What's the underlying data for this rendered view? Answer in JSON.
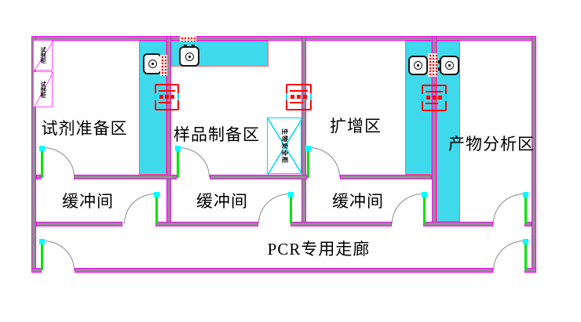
{
  "rooms": {
    "reagent_prep": {
      "label": "试剂准备区"
    },
    "sample_prep": {
      "label": "样品制备区"
    },
    "amplification": {
      "label": "扩增区"
    },
    "product_analysis": {
      "label": "产物分析区"
    },
    "buffer_1": {
      "label": "缓冲间"
    },
    "buffer_2": {
      "label": "缓冲间"
    },
    "buffer_3": {
      "label": "缓冲间"
    },
    "corridor": {
      "label": "PCR专用走廊"
    }
  },
  "fixtures": {
    "reagent_cabinet_1": {
      "label": "试剂柜"
    },
    "reagent_cabinet_2": {
      "label": "试剂柜"
    },
    "biosafety_cabinet": {
      "label": "生物安全柜"
    }
  },
  "icons": {
    "instrument": "rounded-square-with-knob",
    "pass_box": "red-square-with-three-dots",
    "vent": "red-dot-grid",
    "door": "green-leaf-with-quarter-arc"
  },
  "colors": {
    "wall_line": "#ff00ff",
    "wall_fill": "#8f8f8f",
    "bench_fill": "#3fd9ec",
    "bench_edge": "#e87070",
    "door_leaf": "#00e400",
    "door_hinge": "#00ffff",
    "door_arc": "#8a8a8a",
    "pass_box": "#ff0000",
    "vent": "#ff0000",
    "cabinet_edge": "#ff4dff",
    "biosafety_edge": "#00d8ee",
    "text": "#000000"
  }
}
